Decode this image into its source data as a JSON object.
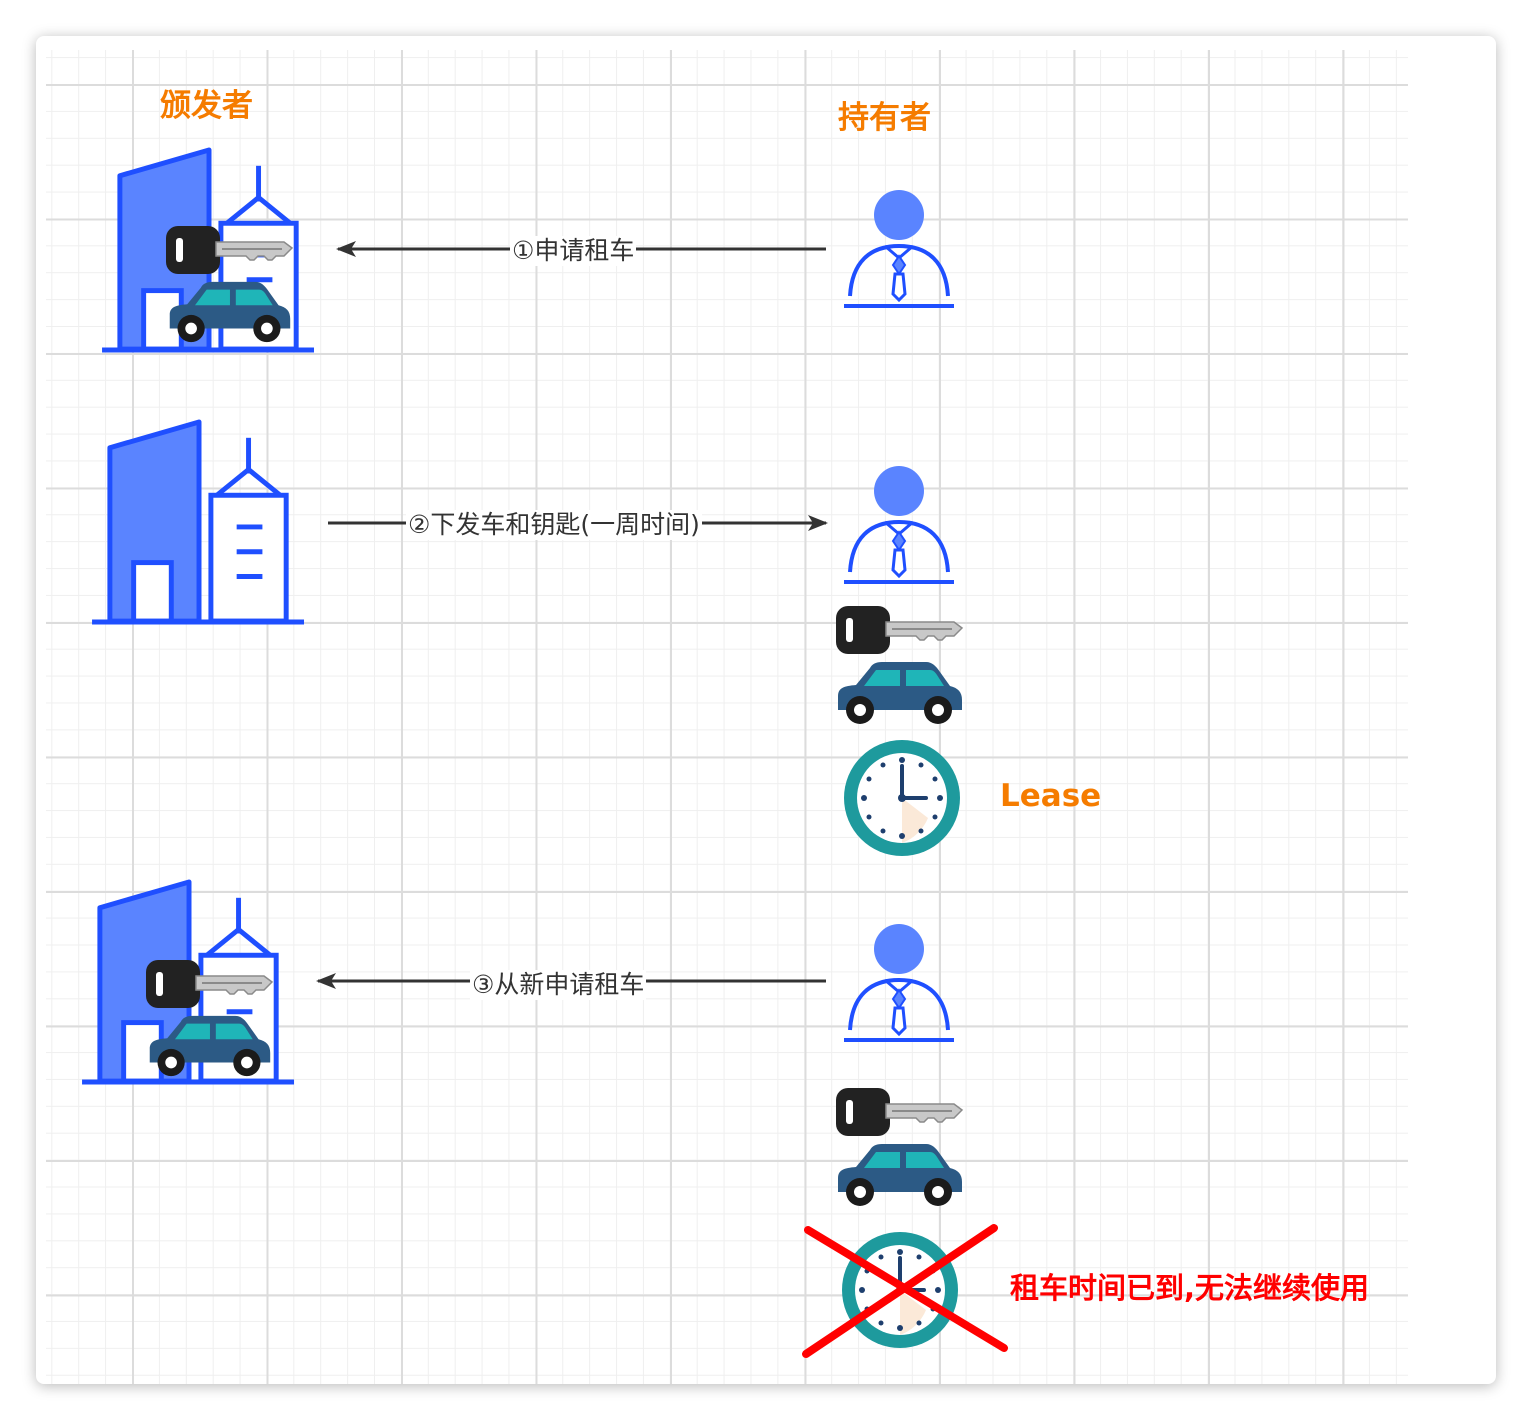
{
  "labels": {
    "issuer": "颁发者",
    "holder": "持有者",
    "lease": "Lease",
    "expired_note": "租车时间已到,无法继续使用"
  },
  "steps": [
    {
      "label": "①申请租车",
      "direction": "to-issuer"
    },
    {
      "label": "②下发车和钥匙(一周时间)",
      "direction": "to-holder"
    },
    {
      "label": "③从新申请租车",
      "direction": "to-issuer"
    }
  ],
  "icons": {
    "issuer": "building-icon",
    "holder": "person-icon",
    "key": "key-icon",
    "car": "car-icon",
    "clock": "clock-icon",
    "cancel": "cross-icon"
  },
  "colors": {
    "accent": "#f57c00",
    "alert": "#ff0000",
    "building": "#1f4fff",
    "building_fill": "#5a84ff",
    "person": "#1f4fff",
    "person_fill": "#5a84ff",
    "car_body": "#2c5a85",
    "car_roof": "#1fb5b8",
    "clock_ring": "#1e9a9d",
    "arrow": "#333333"
  }
}
